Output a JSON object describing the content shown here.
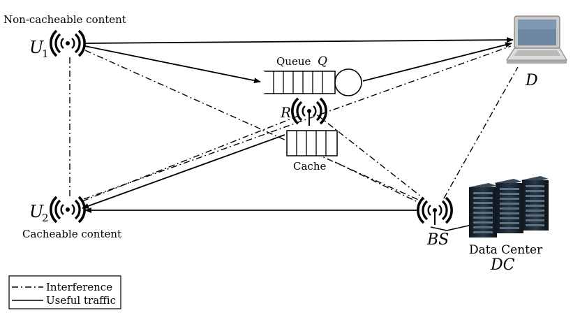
{
  "labels": {
    "top_left": "Non-cacheable content",
    "bottom_left": "Cacheable content",
    "queue": "Queue",
    "queue_var": "Q",
    "cache": "Cache",
    "relay": "R",
    "u1_main": "U",
    "u1_sub": "1",
    "u2_main": "U",
    "u2_sub": "2",
    "destination": "D",
    "base_station": "BS",
    "data_center": "Data Center",
    "dc": "DC"
  },
  "legend": {
    "interference": "Interference",
    "useful": "Useful traffic"
  },
  "icons": {
    "antenna": "wireless-antenna-icon",
    "laptop": "laptop-icon",
    "server": "server-rack-icon"
  }
}
